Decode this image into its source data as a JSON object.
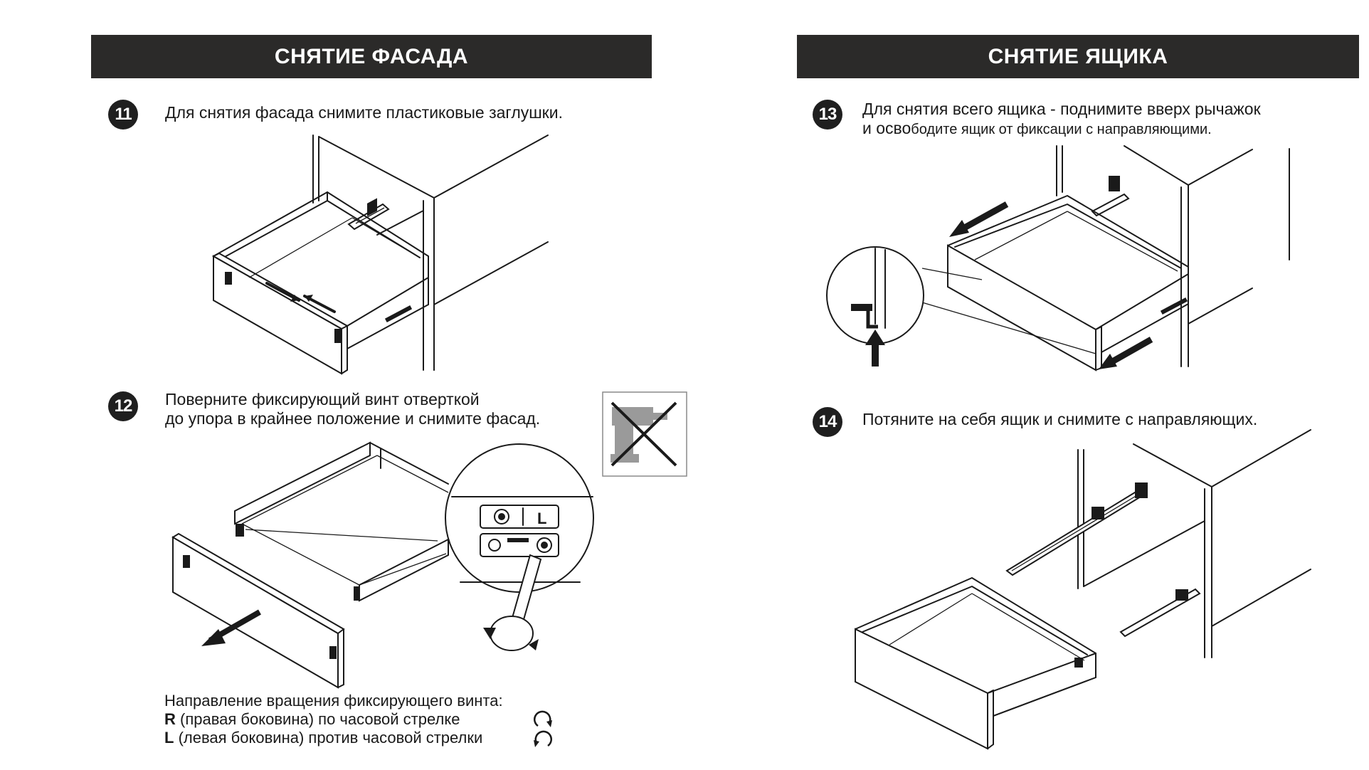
{
  "left_section": {
    "title": "СНЯТИЕ ФАСАДА",
    "step11": {
      "number": "11",
      "text": "Для снятия фасада снимите пластиковые заглушки."
    },
    "step12": {
      "number": "12",
      "lines": [
        "Поверните фиксирующий винт отверткой",
        "до упора в крайнее положение  и снимите фасад."
      ],
      "detail_label": "L"
    },
    "rotation_note": {
      "title": "Направление вращения фиксирующего винта:",
      "r_letter": "R",
      "r_text": " (правая боковина) по часовой стрелке",
      "l_letter": "L",
      "l_text": " (левая боковина) против часовой стрелки"
    },
    "icons": [
      "crossed-drill-icon",
      "clockwise-arrow-icon",
      "counterclockwise-arrow-icon"
    ]
  },
  "right_section": {
    "title": "СНЯТИЕ ЯЩИКА",
    "step13": {
      "number": "13",
      "line1": "Для снятия всего ящика - поднимите вверх рычажок",
      "line2_part1": "и осво",
      "line2_part2": "бодите ящик от фиксации с направляющими."
    },
    "step14": {
      "number": "14",
      "text": "Потяните на себя ящик и снимите с направляющих."
    }
  },
  "colors": {
    "header_bg": "#2b2a29",
    "header_text": "#ffffff",
    "ink": "#1a1a1a"
  }
}
